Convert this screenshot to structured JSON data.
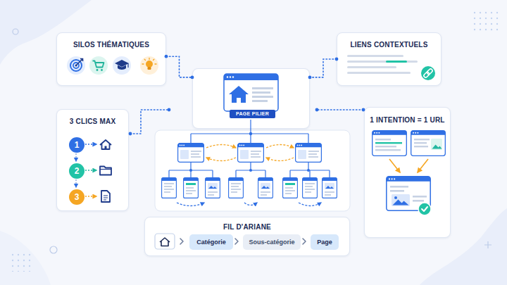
{
  "diagram": {
    "nodes": [
      {
        "text": [
          "SILOS THÉMATIQUES"
        ]
      },
      {
        "text": [
          "LIENS CONTEXTUELS"
        ]
      },
      {
        "text": [
          "PAGE PILIER"
        ]
      },
      {
        "text": [
          "3 CLICS MAX"
        ]
      },
      {
        "text": [
          "1"
        ],
        "in": 3
      },
      {
        "text": [
          "2"
        ],
        "in": 3
      },
      {
        "text": [
          "3"
        ],
        "in": 3
      },
      {
        "text": [
          "1 INTENTION = 1 URL"
        ]
      },
      {
        "text": [
          "FIL D'ARIANE"
        ]
      },
      {
        "text": [
          "Catégorie"
        ],
        "in": 8
      },
      {
        "text": [
          "Sous-catégorie"
        ],
        "in": 8
      },
      {
        "text": [
          "Page"
        ],
        "in": 8
      }
    ],
    "edges": [
      {
        "from": 0,
        "to": 2,
        "arrow": "none"
      },
      {
        "from": 1,
        "to": 2,
        "arrow": "none"
      }
    ]
  }
}
